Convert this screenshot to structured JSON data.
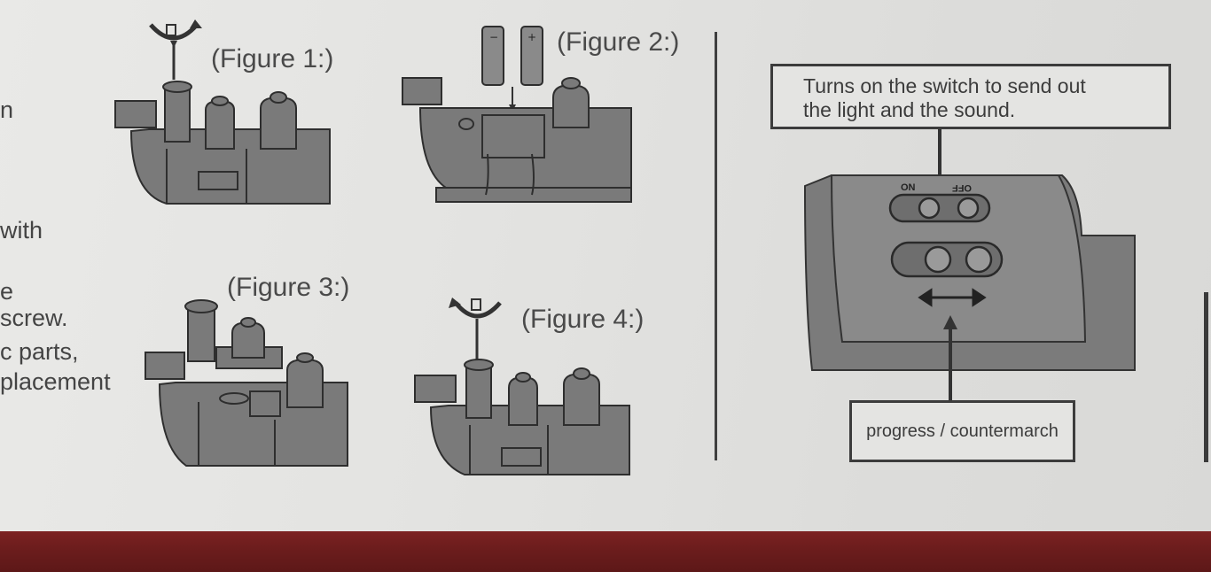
{
  "left_column": {
    "fragments": [
      "n",
      "with",
      "e",
      "screw.",
      "c parts,",
      "placement"
    ]
  },
  "figures": {
    "fig1": {
      "label": "(Figure 1:)"
    },
    "fig2": {
      "label": "(Figure 2:)"
    },
    "fig3": {
      "label": "(Figure 3:)"
    },
    "fig4": {
      "label": "(Figure 4:)"
    }
  },
  "switch_panel": {
    "top_callout": {
      "line1": "Turns on the switch to send out",
      "line2": "the light and the sound."
    },
    "bottom_callout": "progress / countermarch",
    "switch_on_label": "ON",
    "switch_off_label": "OFF"
  },
  "colors": {
    "paper": "#e4e4e2",
    "ink": "#3c3c3c",
    "edge": "#6d1d1d",
    "part_fill": "#7a7a7a"
  }
}
